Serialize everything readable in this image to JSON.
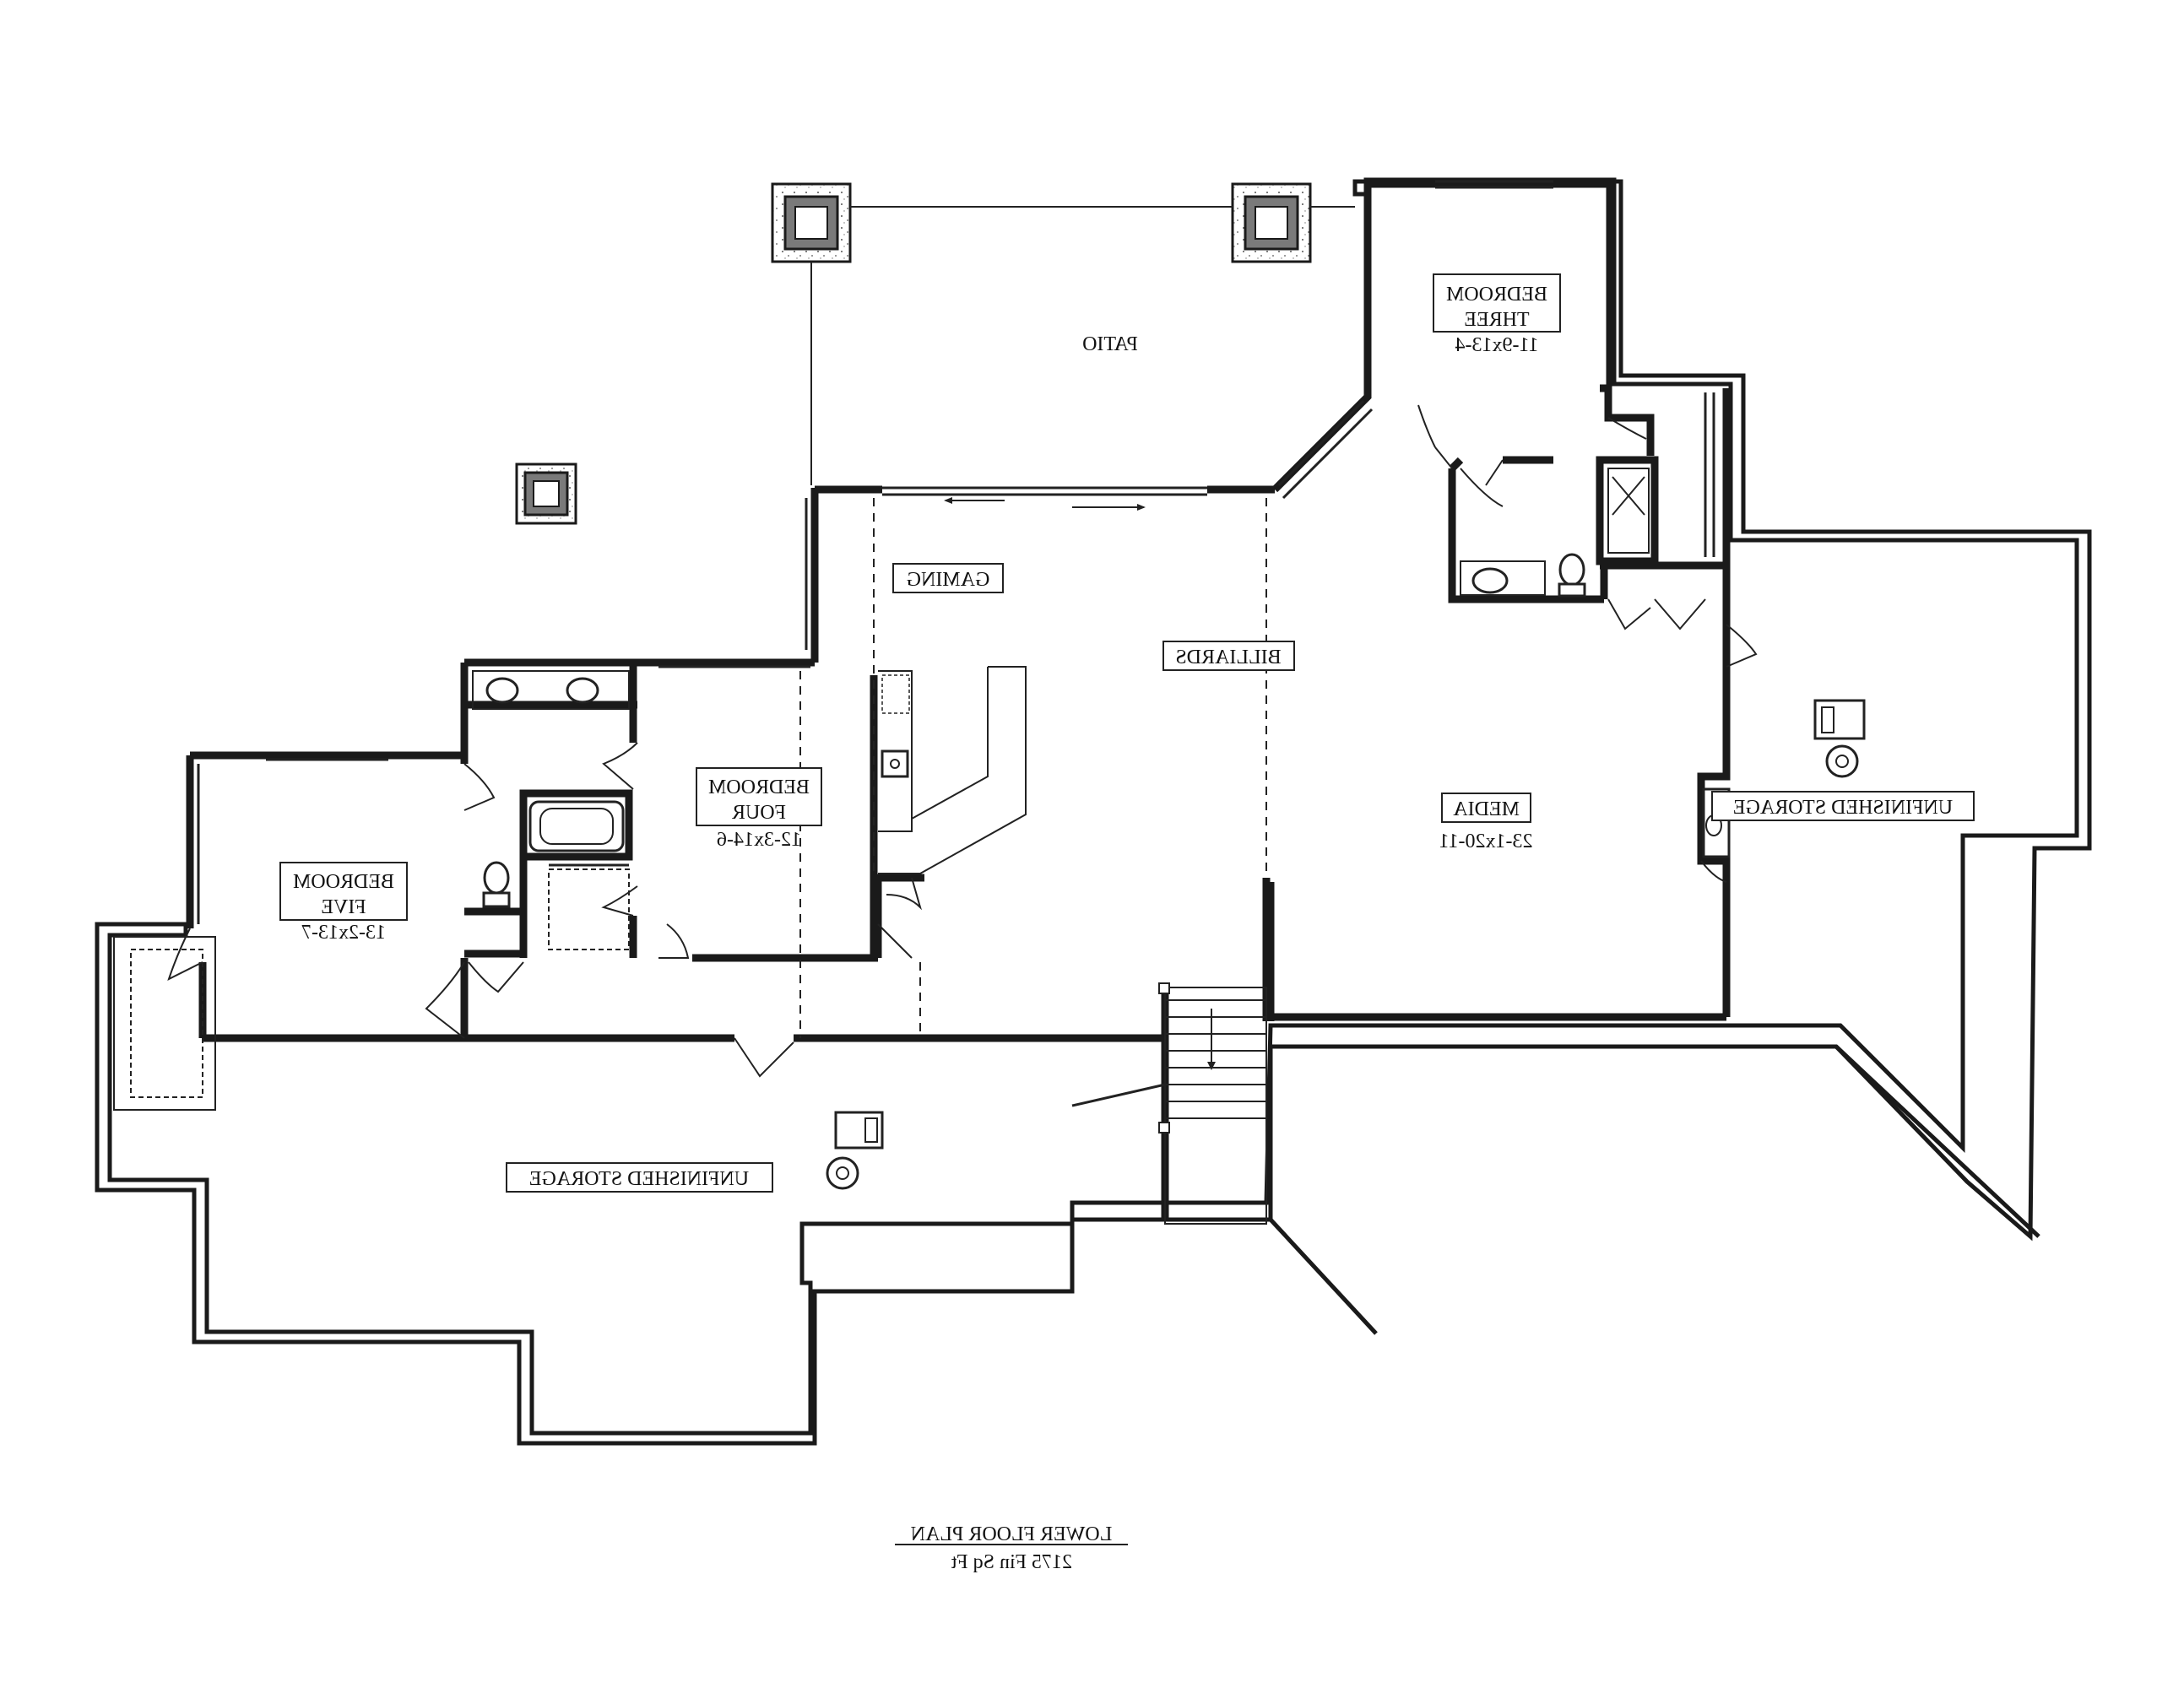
{
  "rooms": {
    "patio": "PATIO",
    "bedroom_three": {
      "line1": "BEDROOM",
      "line2": "THREE",
      "dims": "11-9x13-4"
    },
    "gaming": "GAMING",
    "billiards": "BILLIARDS",
    "media": {
      "name": "MEDIA",
      "dims": "23-1x20-11"
    },
    "unfinished_storage_right": "UNFINISHED STORAGE",
    "bedroom_four": {
      "line1": "BEDROOM",
      "line2": "FOUR",
      "dims": "12-3x14-6"
    },
    "bedroom_five": {
      "line1": "BEDROOM",
      "line2": "FIVE",
      "dims": "13-2x13-7"
    },
    "unfinished_storage_bottom": "UNFINISHED STORAGE"
  },
  "title": {
    "plan_name": "LOWER FLOOR PLAN",
    "area": "2175 Fin Sq Ft"
  },
  "colors": {
    "ink": "#1a1a1a",
    "wall_fill": "#7a7a7a",
    "background": "#ffffff"
  }
}
